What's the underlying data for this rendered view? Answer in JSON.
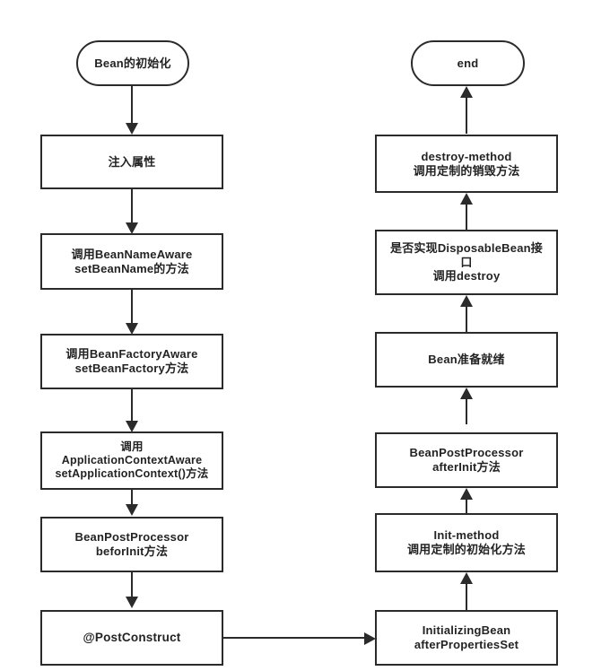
{
  "diagram": {
    "title": "Spring Bean Lifecycle Flowchart",
    "background_color": "#ffffff",
    "stroke_color": "#2b2b2b",
    "text_color": "#232323",
    "left_column": {
      "start": {
        "label": "Bean的初始化",
        "shape": "rounded-terminal"
      },
      "steps": [
        {
          "label": "注入属性"
        },
        {
          "label": "调用BeanNameAware\nsetBeanName的方法"
        },
        {
          "label": "调用BeanFactoryAware\nsetBeanFactory方法"
        },
        {
          "label": "调用\nApplicationContextAware\nsetApplicationContext()方法"
        },
        {
          "label": "BeanPostProcessor\nbeforInit方法"
        },
        {
          "label": "@PostConstruct"
        }
      ]
    },
    "right_column": {
      "end": {
        "label": "end",
        "shape": "rounded-terminal"
      },
      "steps": [
        {
          "label": "destroy-method\n调用定制的销毁方法"
        },
        {
          "label": "是否实现DisposableBean接\n口\n调用destroy"
        },
        {
          "label": "Bean准备就绪"
        },
        {
          "label": "BeanPostProcessor\nafterInit方法"
        },
        {
          "label": "Init-method\n调用定制的初始化方法"
        },
        {
          "label": "InitializingBean\nafterPropertiesSet"
        }
      ]
    },
    "cross_connector": {
      "from": "@PostConstruct",
      "to": "InitializingBean afterPropertiesSet",
      "direction": "right"
    }
  }
}
